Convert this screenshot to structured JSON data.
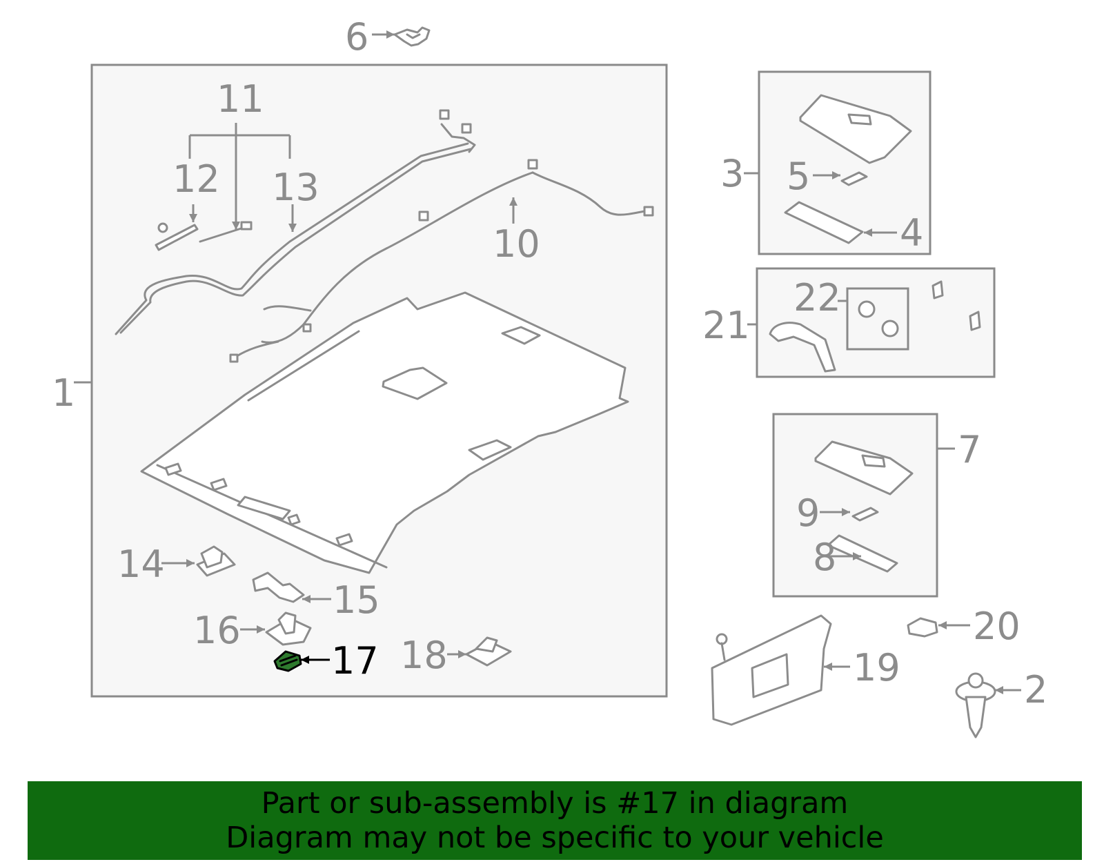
{
  "callouts": {
    "c1": "1",
    "c2": "2",
    "c3": "3",
    "c4": "4",
    "c5": "5",
    "c6": "6",
    "c7": "7",
    "c8": "8",
    "c9": "9",
    "c10": "10",
    "c11": "11",
    "c12": "12",
    "c13": "13",
    "c14": "14",
    "c15": "15",
    "c16": "16",
    "c17": "17",
    "c18": "18",
    "c19": "19",
    "c20": "20",
    "c21": "21",
    "c22": "22"
  },
  "highlight": {
    "part": "17",
    "color": "#0f6b0f"
  },
  "banner": {
    "line1": "Part or sub-assembly is #17 in diagram",
    "line2": "Diagram may not be specific to your vehicle"
  }
}
